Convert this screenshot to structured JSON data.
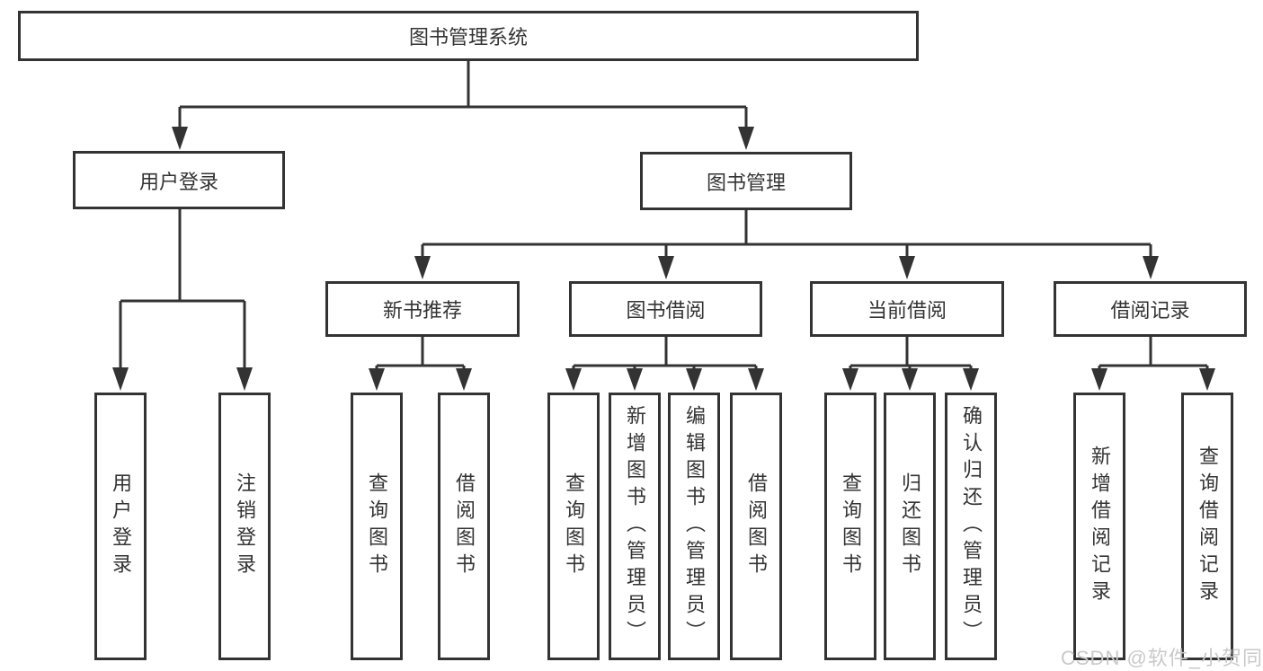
{
  "colors": {
    "line": "#333333",
    "text": "#333333",
    "bg": "#ffffff",
    "wm": "#c9c9c9"
  },
  "diagram": {
    "root": {
      "label": "图书管理系统"
    },
    "branches": [
      {
        "label": "用户登录",
        "leaves": [
          "用户登录",
          "注销登录"
        ]
      },
      {
        "label": "图书管理",
        "groups": [
          {
            "label": "新书推荐",
            "leaves": [
              "查询图书",
              "借阅图书"
            ]
          },
          {
            "label": "图书借阅",
            "leaves": [
              "查询图书",
              "新增图书（管理员）",
              "编辑图书（管理员）",
              "借阅图书"
            ]
          },
          {
            "label": "当前借阅",
            "leaves": [
              "查询图书",
              "归还图书",
              "确认归还（管理员）"
            ]
          },
          {
            "label": "借阅记录",
            "leaves": [
              "新增借阅记录",
              "查询借阅记录"
            ]
          }
        ]
      }
    ]
  },
  "watermark": {
    "text": "CSDN @软件_小贺同学"
  }
}
